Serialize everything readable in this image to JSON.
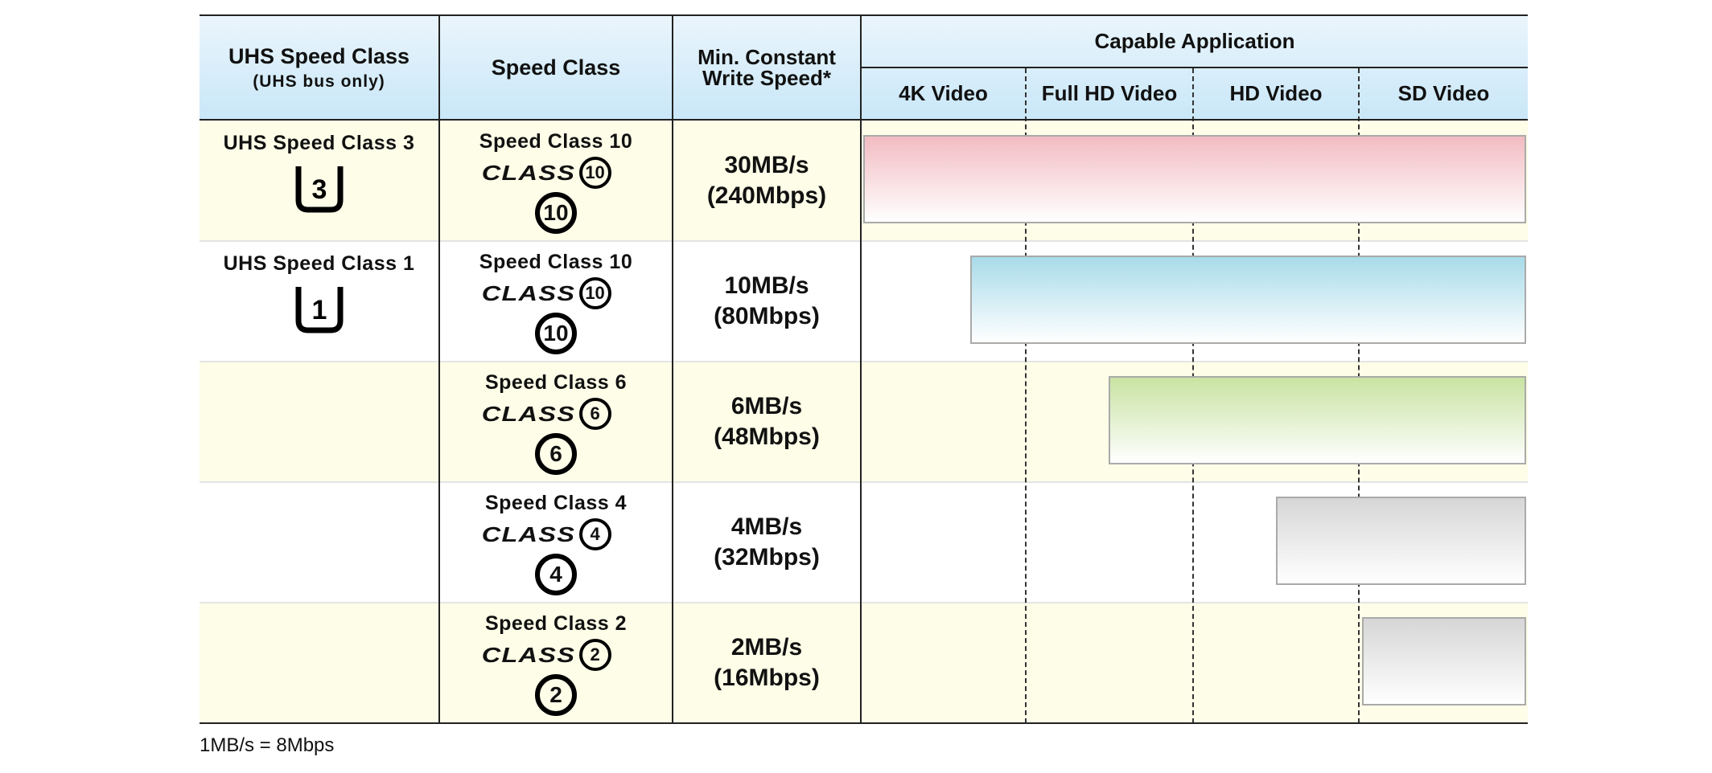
{
  "header": {
    "uhs_title": "UHS Speed Class",
    "uhs_sub": "(UHS bus only)",
    "speed_class": "Speed Class",
    "write_line1": "Min. Constant",
    "write_line2": "Write Speed*",
    "capable": "Capable Application",
    "apps": [
      "4K Video",
      "Full HD Video",
      "HD Video",
      "SD Video"
    ]
  },
  "rows": [
    {
      "uhs": "UHS Speed Class 3",
      "uhs_num": "3",
      "sc": "Speed Class 10",
      "class_word": "CLASS",
      "num": "10",
      "mbs": "30MB/s",
      "mbps": "(240Mbps)",
      "bar_color": "#f2bcc2"
    },
    {
      "uhs": "UHS Speed Class 1",
      "uhs_num": "1",
      "sc": "Speed Class 10",
      "class_word": "CLASS",
      "num": "10",
      "mbs": "10MB/s",
      "mbps": "(80Mbps)",
      "bar_color": "#a8dbe9"
    },
    {
      "uhs": "",
      "uhs_num": "",
      "sc": "Speed Class 6",
      "class_word": "CLASS",
      "num": "6",
      "mbs": "6MB/s",
      "mbps": "(48Mbps)",
      "bar_color": "#c8e3a2"
    },
    {
      "uhs": "",
      "uhs_num": "",
      "sc": "Speed Class 4",
      "class_word": "CLASS",
      "num": "4",
      "mbs": "4MB/s",
      "mbps": "(32Mbps)",
      "bar_color": "#d6d6d6"
    },
    {
      "uhs": "",
      "uhs_num": "",
      "sc": "Speed Class 2",
      "class_word": "CLASS",
      "num": "2",
      "mbs": "2MB/s",
      "mbps": "(16Mbps)",
      "bar_color": "#d6d6d6"
    }
  ],
  "footnote": "1MB/s = 8Mbps"
}
